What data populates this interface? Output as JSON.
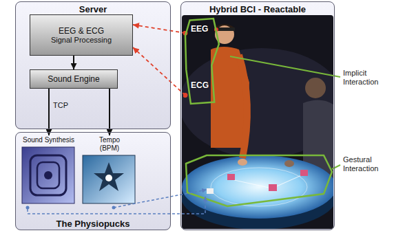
{
  "diagram": {
    "nodes": [
      {
        "text": [
          "Server"
        ]
      },
      {
        "text": [
          "EEG & ECG",
          "Signal Processing"
        ],
        "in": 0
      },
      {
        "text": [
          "Sound Engine"
        ],
        "in": 0
      },
      {
        "text": [
          "The Physiopucks"
        ]
      },
      {
        "text": [
          "Sound Synthesis"
        ],
        "in": 3
      },
      {
        "text": [
          "Tempo (BPM)"
        ],
        "in": 3
      },
      {
        "text": [
          "Hybrid BCI - Reactable"
        ]
      },
      {
        "text": [
          "EEG",
          "ECG"
        ],
        "in": 6
      }
    ],
    "edges": [
      {
        "from": 1,
        "to": 2,
        "arrow": "to"
      },
      {
        "from": 2,
        "to": 4,
        "label": "TCP",
        "arrow": "to"
      },
      {
        "from": 2,
        "to": 5,
        "arrow": "to"
      },
      {
        "from": 7,
        "to": 1,
        "arrow": "to"
      },
      {
        "from": 7,
        "to": 1,
        "arrow": "to"
      }
    ],
    "labels": [
      "Implicit Interaction",
      "Gestural Interaction"
    ]
  }
}
